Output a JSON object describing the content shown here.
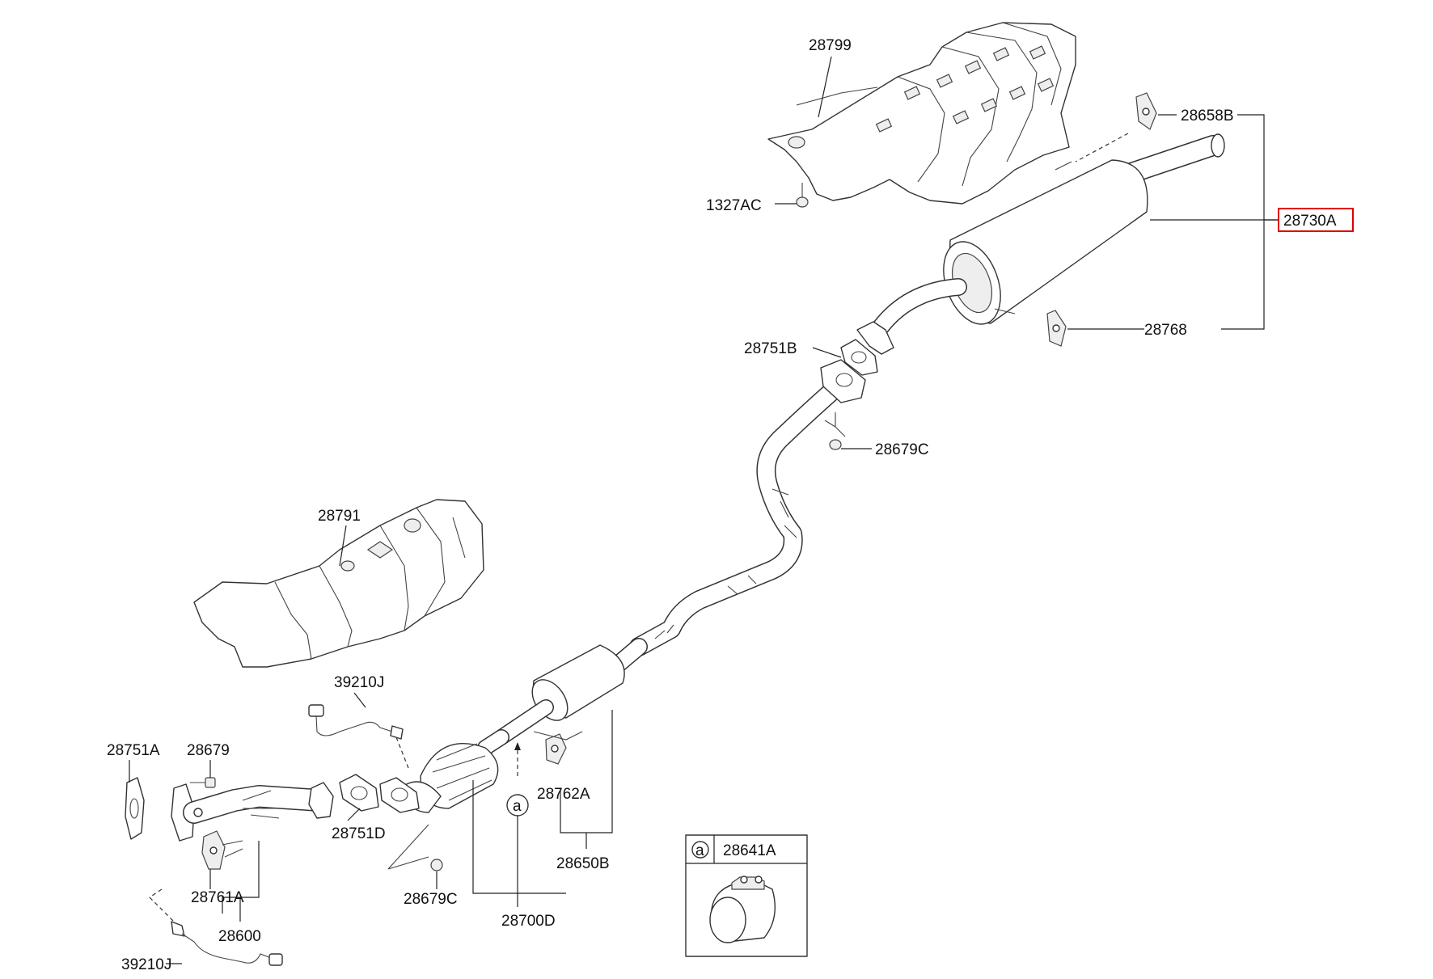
{
  "diagram": {
    "highlight_color": "#e00000",
    "labels": {
      "heat_shield_rear": "28799",
      "mounting_nut": "1327AC",
      "hanger_rubber_rear": "28658B",
      "muffler_assembly_rear": "28730A",
      "hanger_rubber_rear_lower": "28768",
      "gasket_center": "28751B",
      "nut_center": "28679C",
      "heat_shield_front": "28791",
      "oxygen_sensor_upper": "39210J",
      "gasket_front": "28751A",
      "nut_front": "28679",
      "gasket_catalyst": "28751D",
      "hanger_rubber_center": "28762A",
      "center_muffler_assembly": "28650B",
      "nut_catalyst": "28679C",
      "hanger_rubber_front": "28761A",
      "front_pipe_assembly": "28600",
      "catalytic_converter_assembly": "28700D",
      "oxygen_sensor_lower": "39210J"
    },
    "callout_marker": "a",
    "inset": {
      "marker": "a",
      "part_number": "28641A"
    }
  }
}
